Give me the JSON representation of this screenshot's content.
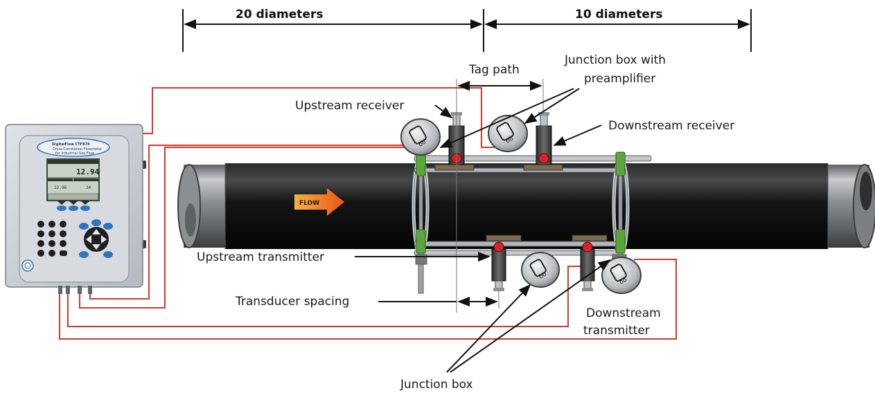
{
  "dimensions": {
    "upstream": "20 diameters",
    "downstream": "10 diameters"
  },
  "labels": {
    "tag_path": "Tag path",
    "junction_box_preamp_line1": "Junction box with",
    "junction_box_preamp_line2": "preamplifier",
    "upstream_receiver": "Upstream receiver",
    "downstream_receiver": "Downstream receiver",
    "upstream_transmitter": "Upstream transmitter",
    "transducer_spacing": "Transducer spacing",
    "downstream_transmitter_line1": "Downstream",
    "downstream_transmitter_line2": "transmitter",
    "junction_box": "Junction box",
    "flow": "FLOW"
  },
  "meter": {
    "brand_line1": "DigitalFlow CTF878",
    "brand_line2": "Cross-Correlation Flowmeter",
    "brand_line3": "for Industrial Gas Flow",
    "main_value": "12.94",
    "sub_value_left": "12.96",
    "sub_value_right": "34"
  },
  "colors": {
    "signal_wire": "#d0392b",
    "pipe": "#141414",
    "flow_arrow": "#f07d1a",
    "clamp_green": "#5aa63a",
    "sensor_red": "#d8232a",
    "key_blue": "#2f74c0"
  }
}
